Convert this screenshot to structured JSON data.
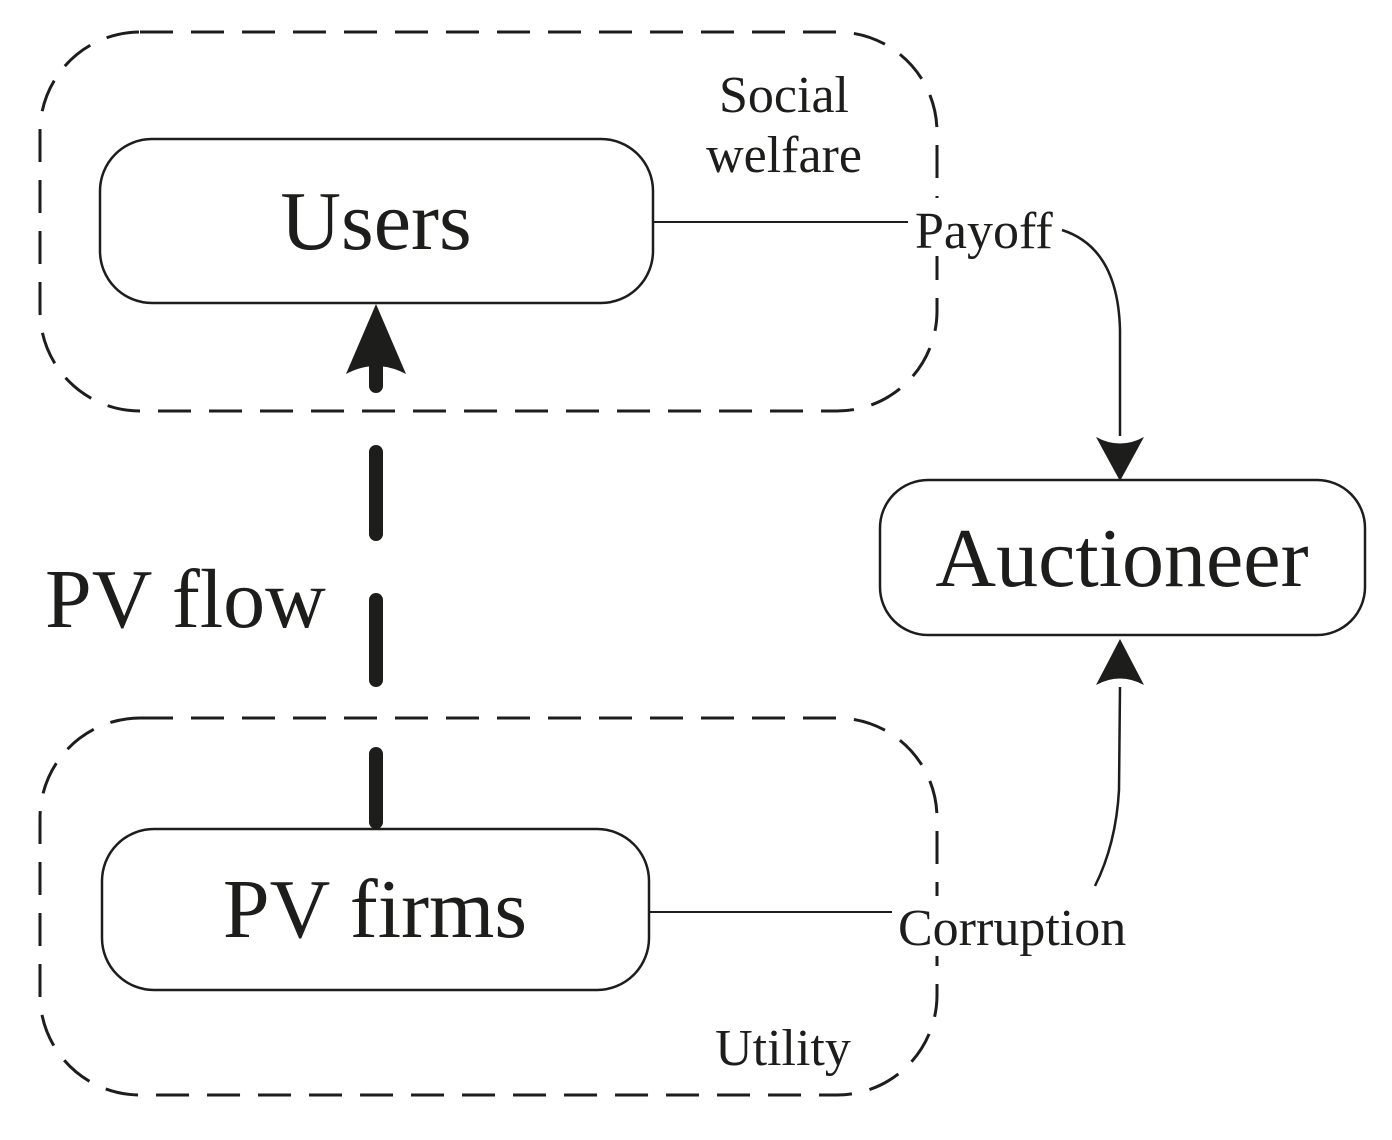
{
  "diagram": {
    "title_hint": "Auction interaction diagram between PV firms, Users and Auctioneer",
    "nodes": {
      "users": "Users",
      "pv_firms": "PV firms",
      "auctioneer": "Auctioneer"
    },
    "groups": {
      "users_group_label_line1": "Social",
      "users_group_label_line2": "welfare",
      "firms_group_label": "Utility"
    },
    "edges": {
      "payoff_label": "Payoff",
      "corruption_label": "Corruption",
      "pv_flow_label": "PV flow"
    },
    "colors": {
      "ink": "#1d1d1b",
      "background": "#ffffff"
    }
  }
}
